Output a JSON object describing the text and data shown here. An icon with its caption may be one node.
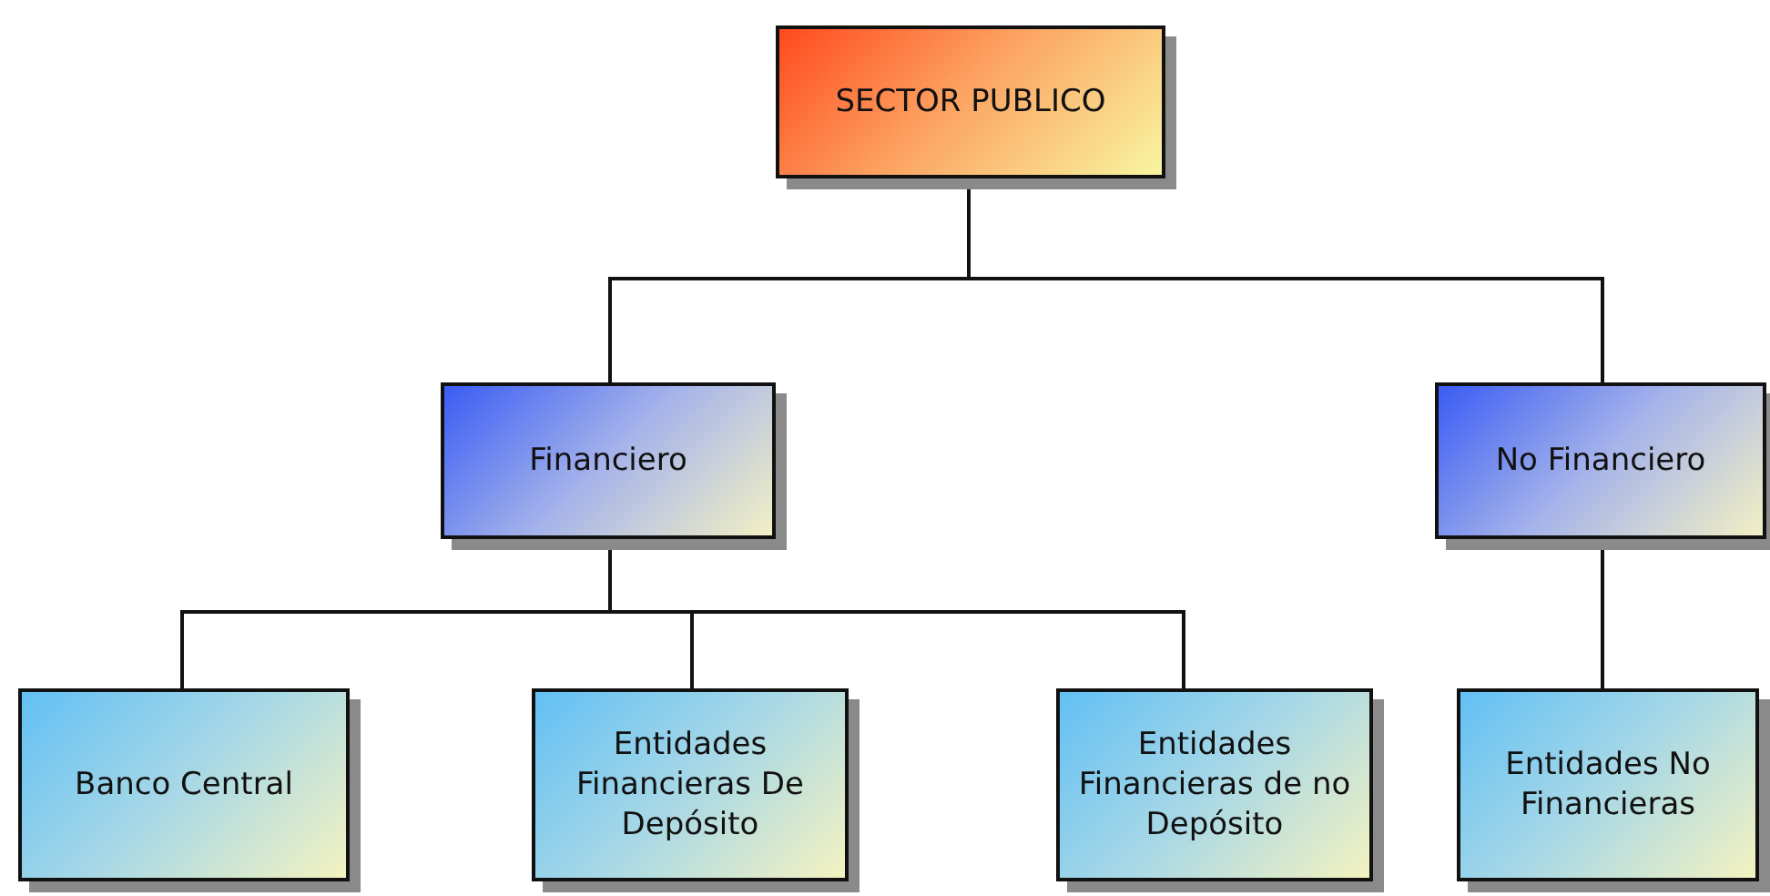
{
  "diagram": {
    "nodes": [
      {
        "text": [
          "SECTOR PUBLICO"
        ]
      },
      {
        "text": [
          "Financiero"
        ]
      },
      {
        "text": [
          "No Financiero"
        ]
      },
      {
        "text": [
          "Banco Central"
        ]
      },
      {
        "text": [
          "Entidades Financieras De Depósito"
        ]
      },
      {
        "text": [
          "Entidades Financieras de no Depósito"
        ]
      },
      {
        "text": [
          "Entidades No Financieras"
        ]
      }
    ],
    "edges": [
      {
        "from": 0,
        "to": 1,
        "arrow": "none"
      },
      {
        "from": 0,
        "to": 2,
        "arrow": "none"
      },
      {
        "from": 1,
        "to": 3,
        "arrow": "none"
      },
      {
        "from": 1,
        "to": 4,
        "arrow": "none"
      },
      {
        "from": 1,
        "to": 5,
        "arrow": "none"
      },
      {
        "from": 2,
        "to": 6,
        "arrow": "none"
      }
    ]
  }
}
